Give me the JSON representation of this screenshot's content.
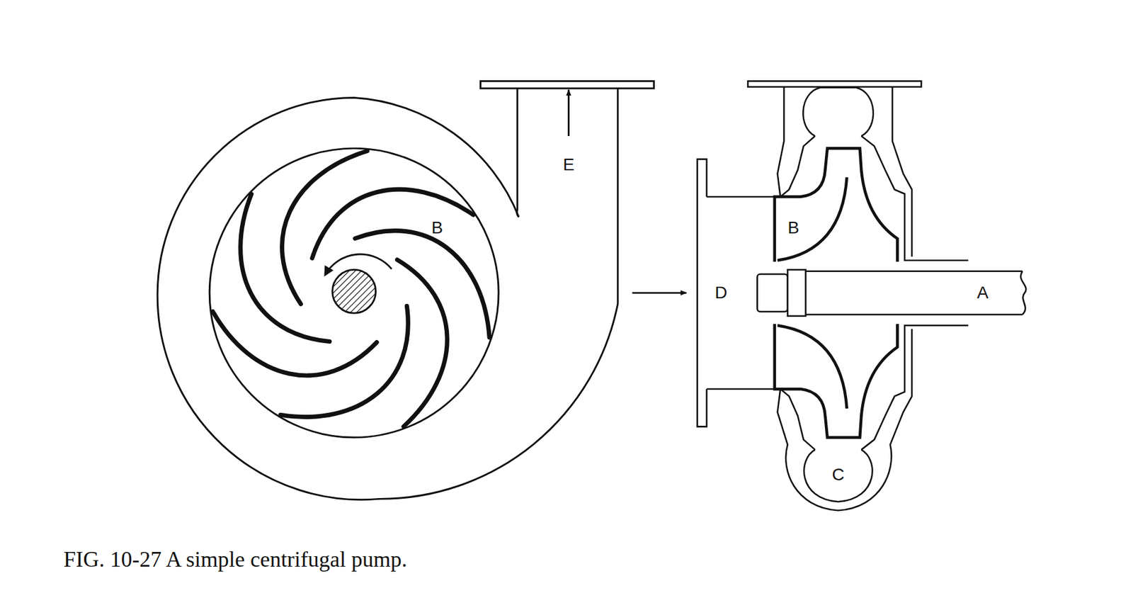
{
  "diagram": {
    "caption": "FIG. 10-27 A simple centrifugal pump.",
    "labels": [
      "E",
      "B",
      "B",
      "D",
      "A",
      "C"
    ]
  }
}
